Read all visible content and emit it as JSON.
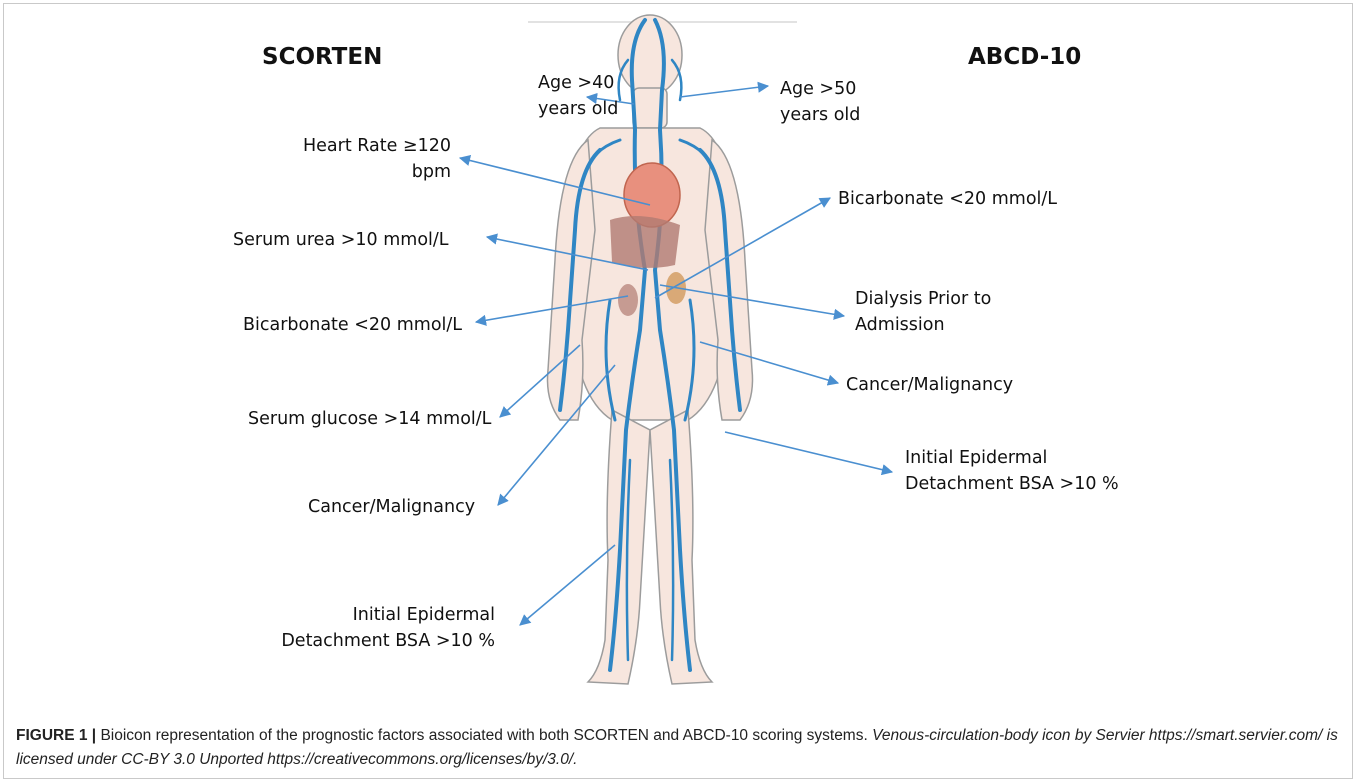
{
  "headers": {
    "left": "SCORTEN",
    "right": "ABCD-10"
  },
  "left_labels": {
    "age": [
      "Age >40",
      "years old"
    ],
    "heart_rate": [
      "Heart Rate ≥120",
      "bpm"
    ],
    "urea": "Serum urea >10 mmol/L",
    "bicarbonate": "Bicarbonate <20 mmol/L",
    "glucose": "Serum glucose >14 mmol/L",
    "cancer": "Cancer/Malignancy",
    "epidermal": [
      "Initial Epidermal",
      "Detachment BSA >10 %"
    ]
  },
  "right_labels": {
    "age": [
      "Age >50",
      "years old"
    ],
    "bicarbonate": "Bicarbonate <20 mmol/L",
    "dialysis": [
      "Dialysis Prior to",
      "Admission"
    ],
    "cancer": "Cancer/Malignancy",
    "epidermal": [
      "Initial Epidermal",
      "Detachment BSA >10 %"
    ]
  },
  "caption": {
    "figure": "FIGURE 1 |",
    "text": " Bioicon representation of the prognostic factors associated with both SCORTEN and ABCD-10 scoring systems. ",
    "credit": "Venous-circulation-body icon by Servier https://smart.servier.com/ is licensed under CC-BY 3.0 Unported https://creativecommons.org/licenses/by/3.0/."
  },
  "colors": {
    "arrow": "#4a8fd0",
    "vein": "#2f86c4",
    "skin": "#f7e6de",
    "skin_outline": "#9c9c9c",
    "heart": "#e8907e",
    "liver": "#b07a72"
  }
}
